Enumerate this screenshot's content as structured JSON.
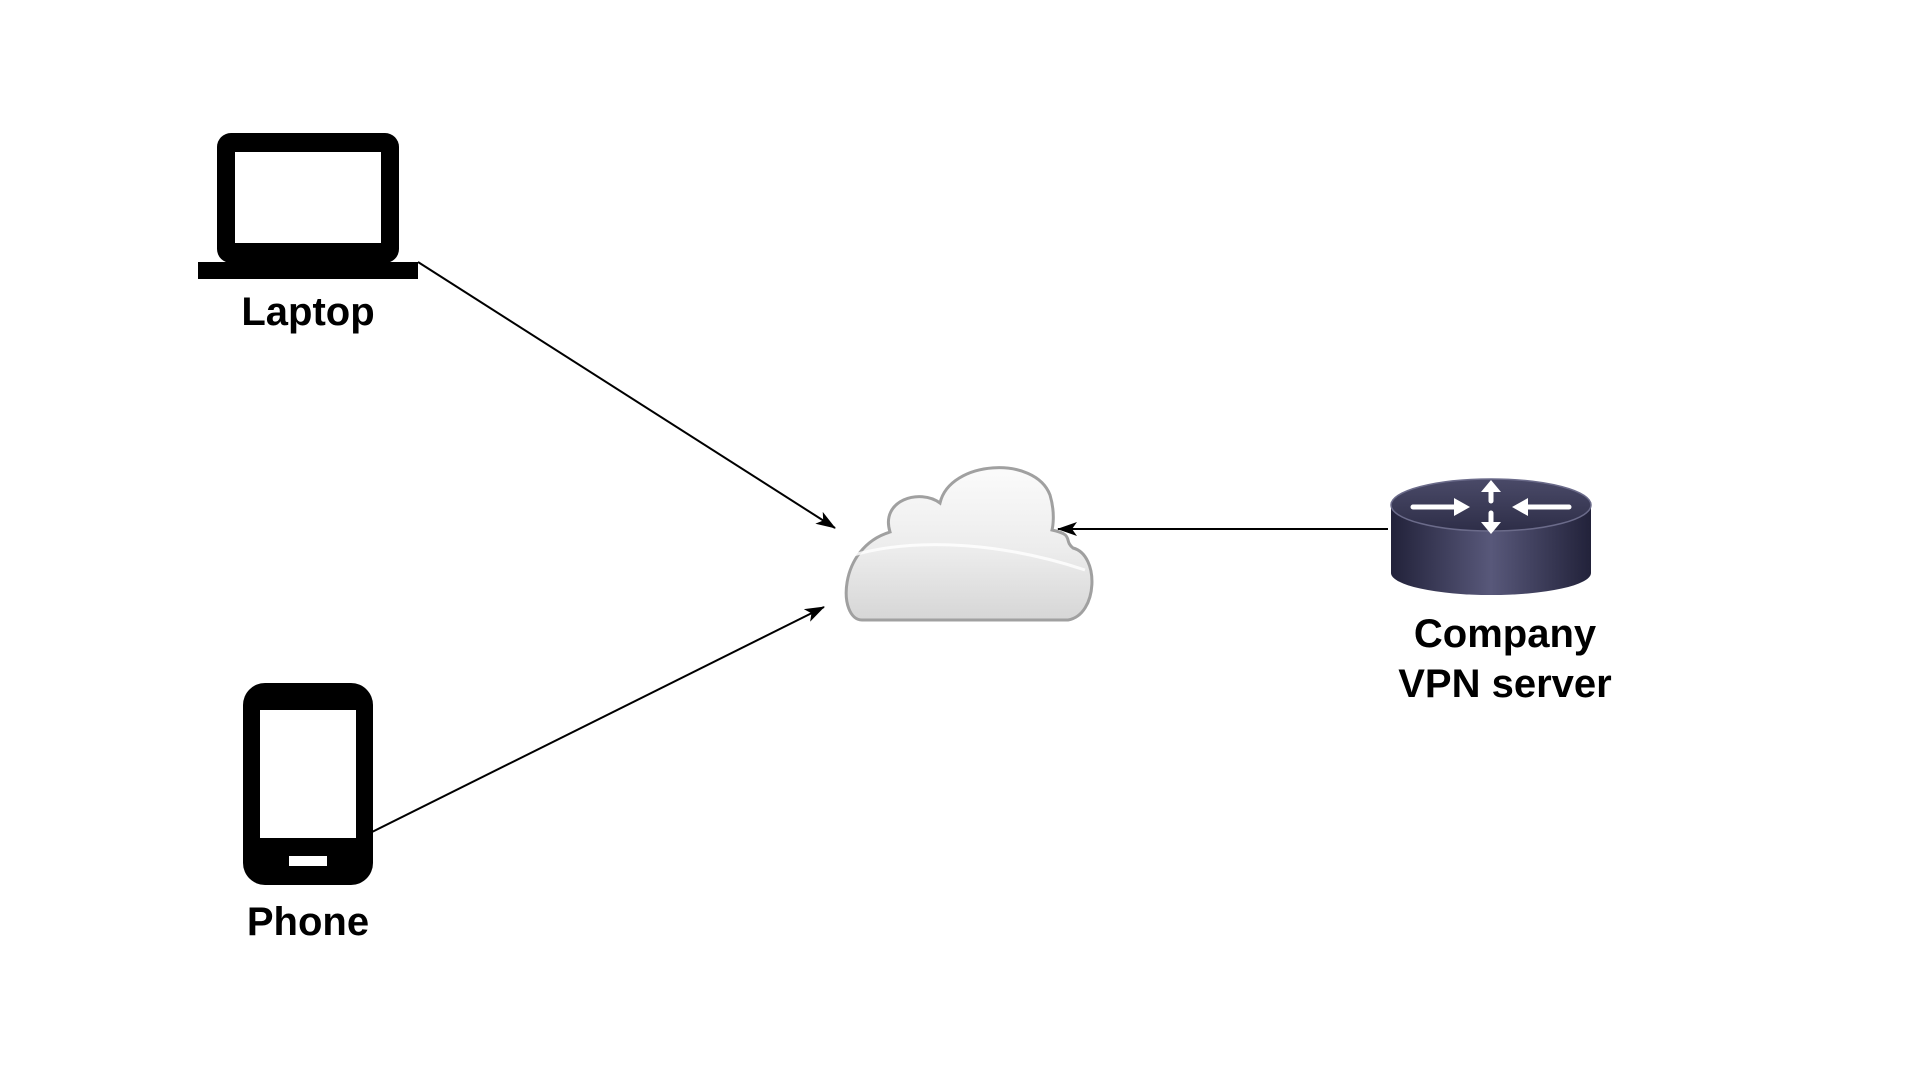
{
  "nodes": {
    "laptop": {
      "label": "Laptop",
      "icon": "laptop-icon"
    },
    "phone": {
      "label": "Phone",
      "icon": "phone-icon"
    },
    "cloud": {
      "label": "",
      "icon": "cloud-icon"
    },
    "vpn_server": {
      "label_line1": "Company",
      "label_line2": "VPN server",
      "icon": "router-icon"
    }
  },
  "edges": [
    {
      "from": "laptop",
      "to": "cloud"
    },
    {
      "from": "phone",
      "to": "cloud"
    },
    {
      "from": "vpn_server",
      "to": "cloud"
    }
  ],
  "colors": {
    "background": "#ffffff",
    "line": "#000000",
    "device": "#000000",
    "cloud_fill": "#eeeeee",
    "cloud_stroke": "#999999",
    "router_body": "#3c3c58"
  }
}
